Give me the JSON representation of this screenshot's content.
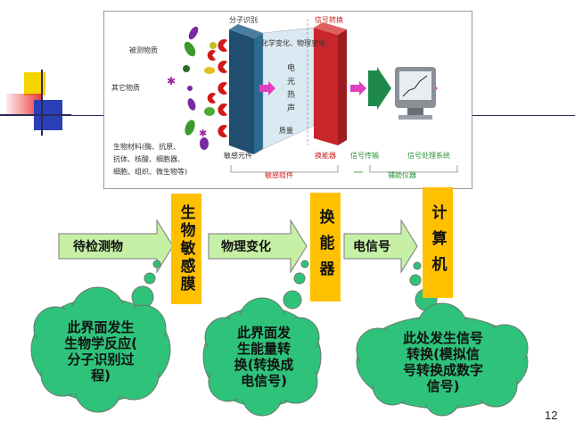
{
  "diagram": {
    "molecular_recognition": "分子识别",
    "signal_conversion": "信号转换",
    "chem_phys_change": "化学变化、物理变化",
    "target_substance": "被测物质",
    "other_substance": "其它物质",
    "bio_materials": [
      "生物材料(酶、抗原、",
      "抗体、核酸、细胞器、",
      "细胞、组织、微生物等)"
    ],
    "signals": "电光热声",
    "mass": "质量",
    "sensitive_element": "敏感元件",
    "transducer": "换能器",
    "signal_transmission": "信号传输",
    "signal_processing": "信号处理系统",
    "sensitive_component": "敏感组件",
    "auxiliary_instrument": "辅助仪器"
  },
  "flow": {
    "arrow1": "待检测物",
    "box1": "生物敏感膜",
    "arrow2": "物理变化",
    "box2": "换能器",
    "arrow3": "电信号",
    "box3": "计算机"
  },
  "clouds": {
    "cloud1": [
      "此界面发生",
      "生物学反应(",
      "分子识别过",
      "程)"
    ],
    "cloud2": [
      "此界面发",
      "生能量转",
      "换(转换成",
      "电信号)"
    ],
    "cloud3": [
      "此处发生信号",
      "转换(模拟信",
      "号转换成数字",
      "信号)"
    ]
  },
  "page_number": "12",
  "colors": {
    "arrow_fill": "#c6f0a6",
    "arrow_border": "#7a7a7a",
    "box_fill": "#ffc000",
    "cloud_fill": "#2ec27b",
    "cloud_border": "#6a7a6a"
  }
}
